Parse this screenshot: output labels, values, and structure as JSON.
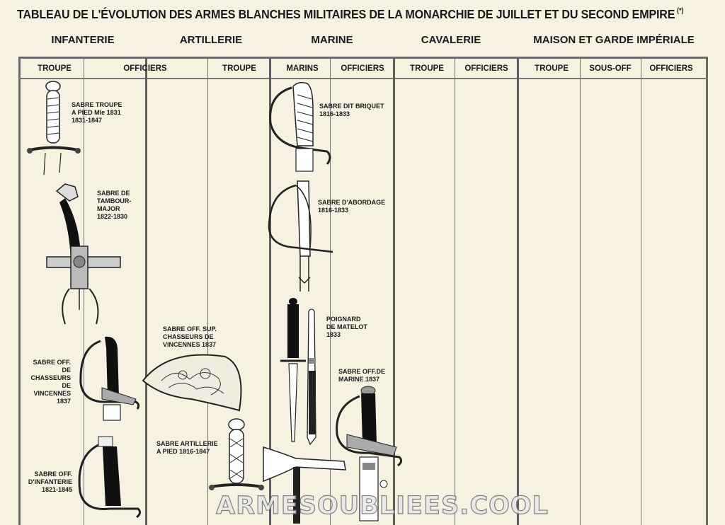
{
  "title": "TABLEAU DE L'ÉVOLUTION DES ARMES BLANCHES MILITAIRES DE LA MONARCHIE DE JUILLET ET DU SECOND EMPIRE",
  "title_note": "(*)",
  "branches": {
    "infanterie": "INFANTERIE",
    "artillerie": "ARTILLERIE",
    "marine": "MARINE",
    "cavalerie": "CAVALERIE",
    "maison": "MAISON ET GARDE IMPÉRIALE"
  },
  "columns": {
    "inf_troupe": "TROUPE",
    "inf_officiers": "OFFICIERS",
    "art_troupe": "TROUPE",
    "mar_marins": "MARINS",
    "mar_officiers": "OFFICIERS",
    "cav_troupe": "TROUPE",
    "cav_officiers": "OFFICIERS",
    "mai_troupe": "TROUPE",
    "mai_sousoff": "SOUS-OFF",
    "mai_officiers": "OFFICIERS"
  },
  "items": {
    "sabre_troupe_pied": "SABRE TROUPE\nA PIED Mle 1831\n1831-1847",
    "sabre_tambour_major": "SABRE DE\nTAMBOUR-\nMAJOR\n1822-1830",
    "sabre_off_chasseurs": "SABRE OFF.\nDE\nCHASSEURS\nDE\nVINCENNES\n1837",
    "sabre_off_sup_chasseurs": "SABRE OFF. SUP.\nCHASSEURS DE\nVINCENNES 1837",
    "sabre_off_infanterie": "SABRE OFF.\nD'INFANTERIE\n1821-1845",
    "sabre_artillerie_pied": "SABRE ARTILLERIE\nA PIED 1816-1847",
    "sabre_briquet": "SABRE DIT BRIQUET\n1816-1833",
    "sabre_abordage": "SABRE D'ABORDAGE\n1816-1833",
    "poignard_matelot": "POIGNARD\nDE MATELOT\n1833",
    "sabre_off_marine": "SABRE OFF.DE\nMARINE 1837"
  },
  "watermark": "ARMESOUBLIEES.COOL",
  "colors": {
    "paper": "#f6f1e1",
    "ink": "#1a1a1a",
    "rule": "#707070"
  }
}
